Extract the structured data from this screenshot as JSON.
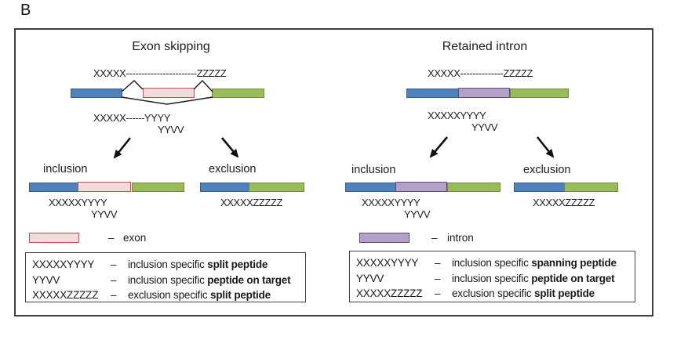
{
  "panel_label": "B",
  "colors": {
    "constitutive_exon_blue": "#4f81bd",
    "constitutive_exon_green": "#9bbb59",
    "alternative_exon_fill": "#f2dcdb",
    "alternative_exon_border": "#c0504d",
    "intron_fill": "#b3a2c7",
    "intron_border": "#604a7b",
    "line_color": "#1a1a1a"
  },
  "exon_skipping": {
    "title": "Exon skipping",
    "pre_mrna_sequence": "XXXXX-----------------------ZZZZZ",
    "junction_sequence_1": "XXXXX------YYYY",
    "junction_sequence_2": "YYVV",
    "inclusion": {
      "label": "inclusion",
      "seq_1": "XXXXXYYYY",
      "seq_2": "YYVV"
    },
    "exclusion": {
      "label": "exclusion",
      "seq": "XXXXXZZZZZ"
    },
    "legend": {
      "dash": "–",
      "label": "exon"
    },
    "key_box": {
      "rows": [
        {
          "code": "XXXXXYYYY",
          "dash": "–",
          "plain": "inclusion specific",
          "bold": "split peptide"
        },
        {
          "code": "YYVV",
          "dash": "–",
          "plain": "inclusion specific",
          "bold": "peptide on target"
        },
        {
          "code": "XXXXXZZZZZ",
          "dash": "–",
          "plain": "exclusion specific",
          "bold": "split peptide"
        }
      ]
    }
  },
  "retained_intron": {
    "title": "Retained intron",
    "pre_mrna_sequence": "XXXXX--------------ZZZZZ",
    "junction_sequence_1": "XXXXXYYYY",
    "junction_sequence_2": "YYVV",
    "inclusion": {
      "label": "inclusion",
      "seq_1": "XXXXXYYYY",
      "seq_2": "YYVV"
    },
    "exclusion": {
      "label": "exclusion",
      "seq": "XXXXXZZZZZ"
    },
    "legend": {
      "dash": "–",
      "label": "intron"
    },
    "key_box": {
      "rows": [
        {
          "code": "XXXXXYYYY",
          "dash": "–",
          "plain": "inclusion specific",
          "bold": "spanning peptide"
        },
        {
          "code": "YYVV",
          "dash": "–",
          "plain": "inclusion specific",
          "bold": "peptide on target"
        },
        {
          "code": "XXXXXZZZZZ",
          "dash": "–",
          "plain": "exclusion specific",
          "bold": "split peptide"
        }
      ]
    }
  }
}
